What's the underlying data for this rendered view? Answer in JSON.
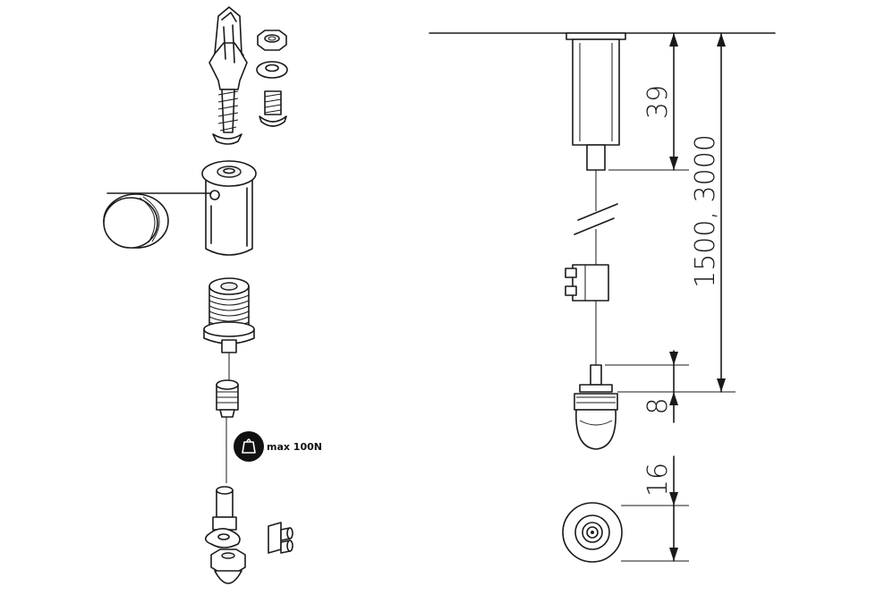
{
  "dimensions": {
    "anchor_height": "39",
    "cable_length": "1500, 3000",
    "bottom_fitting": "8",
    "diameter": "16"
  },
  "load": {
    "label": "max 100N",
    "icon": "weight-icon"
  },
  "colors": {
    "line": "#1a1a1a",
    "fill": "#ffffff",
    "badge": "#111111"
  }
}
